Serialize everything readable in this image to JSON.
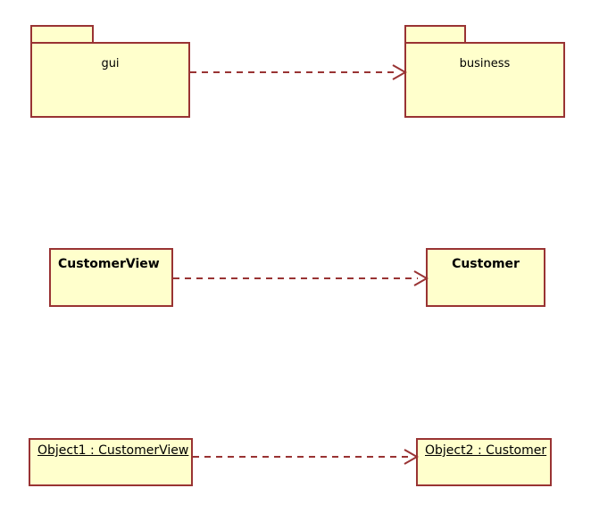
{
  "diagram": {
    "title": "UML dependency diagram",
    "colors": {
      "fill": "#ffffcc",
      "stroke": "#993333",
      "background": "#ffffff",
      "text": "#000000"
    },
    "rows": [
      {
        "name": "package-row",
        "relationship": "dependency",
        "source": {
          "kind": "package",
          "label": "gui"
        },
        "target": {
          "kind": "package",
          "label": "business"
        }
      },
      {
        "name": "class-row",
        "relationship": "dependency",
        "source": {
          "kind": "class",
          "label": "CustomerView"
        },
        "target": {
          "kind": "class",
          "label": "Customer"
        }
      },
      {
        "name": "object-row",
        "relationship": "dependency",
        "source": {
          "kind": "object",
          "label": "Object1 : CustomerView"
        },
        "target": {
          "kind": "object",
          "label": "Object2 : Customer"
        }
      }
    ]
  }
}
